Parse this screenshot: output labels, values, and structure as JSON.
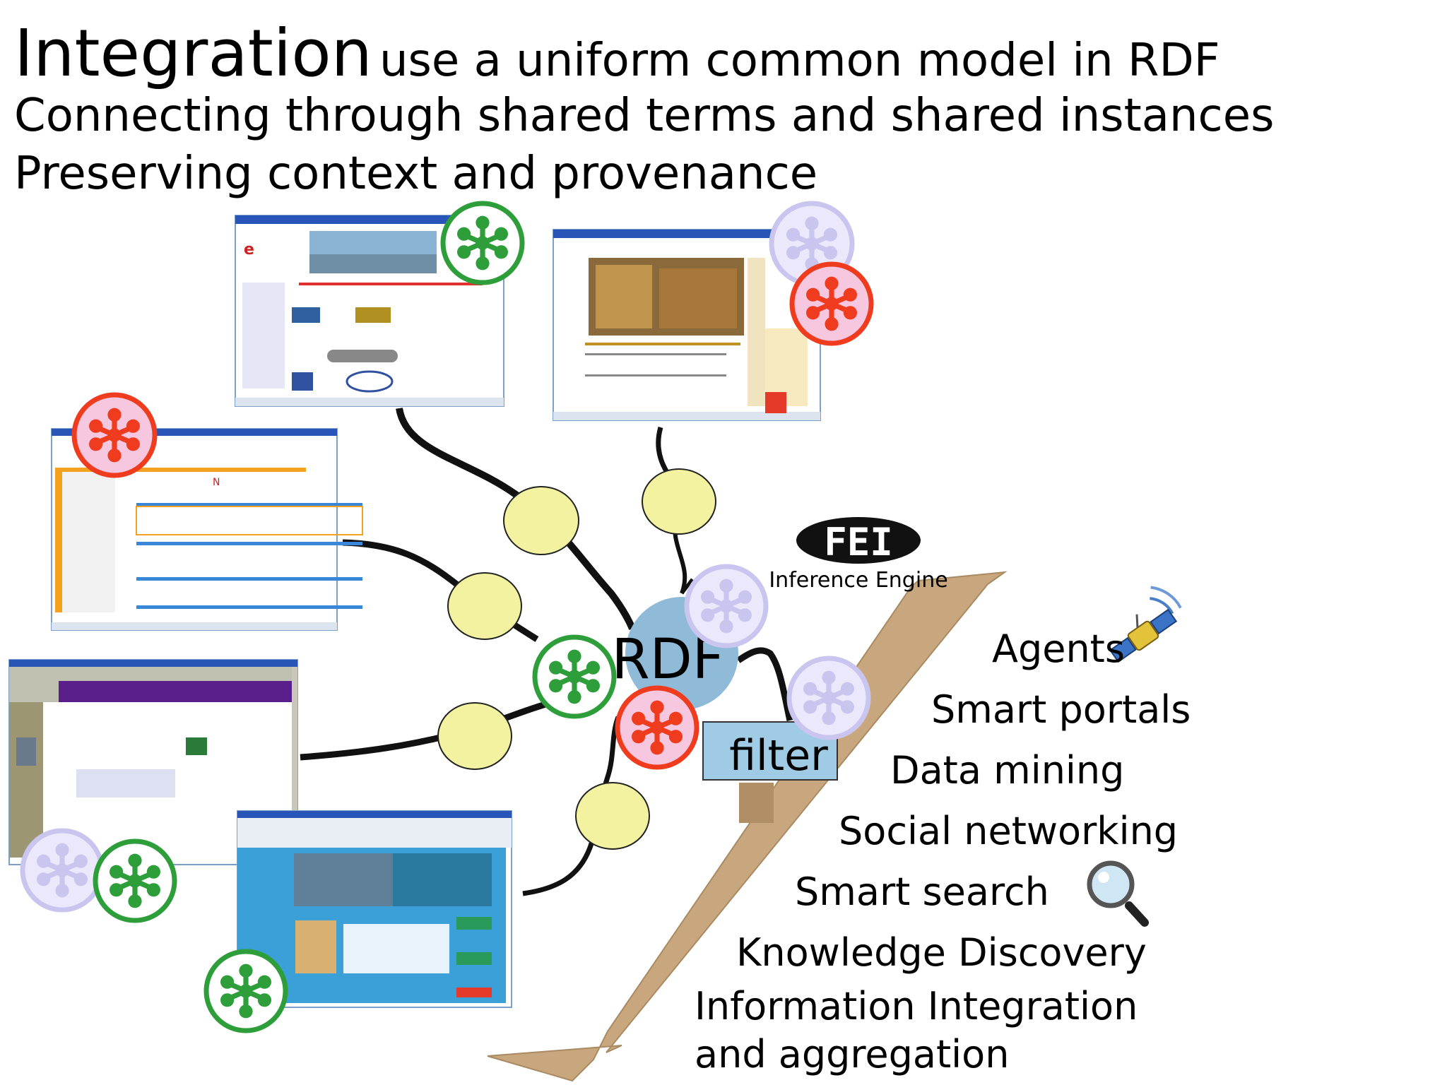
{
  "heading": {
    "integration_word": "Integration",
    "integration_rest": "use a uniform common model in RDF",
    "line2": "Connecting through shared terms and shared instances",
    "line3": "Preserving context and provenance"
  },
  "hub": {
    "label": "RDF",
    "color": "#8fbbd9"
  },
  "filter": {
    "label": "filter",
    "color": "#9fcbe4"
  },
  "inference_engine": {
    "logo_text": "FEI",
    "caption": "Inference Engine"
  },
  "applications": [
    "Agents",
    "Smart portals",
    "Data mining",
    "Social networking",
    "Smart search",
    "Knowledge Discovery",
    "Information Integration",
    "and aggregation"
  ],
  "colors": {
    "arrow": "#c8a77e",
    "connector_node": "#f2f2a0",
    "badge_green": "#2e9e3a",
    "badge_red": "#ef3c1e",
    "badge_lavender": "#c9c5ef"
  },
  "icons": [
    "ontology-badge-icon",
    "satellite-icon",
    "magnifier-icon",
    "browser-screenshot-icon"
  ]
}
